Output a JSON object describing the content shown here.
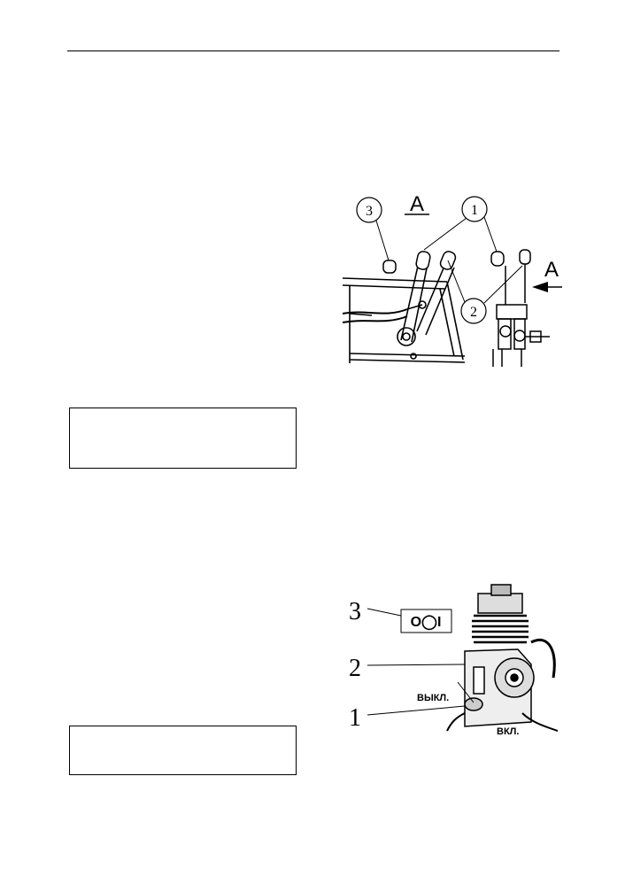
{
  "figure1": {
    "view_label": "А",
    "arrow_label": "А",
    "callouts": [
      "1",
      "2",
      "3"
    ]
  },
  "figure2": {
    "callouts": [
      "1",
      "2",
      "3"
    ],
    "switch_symbol": "O◯I",
    "label_off": "ВЫКЛ.",
    "label_on": "ВКЛ."
  },
  "note_boxes": [
    "",
    ""
  ]
}
